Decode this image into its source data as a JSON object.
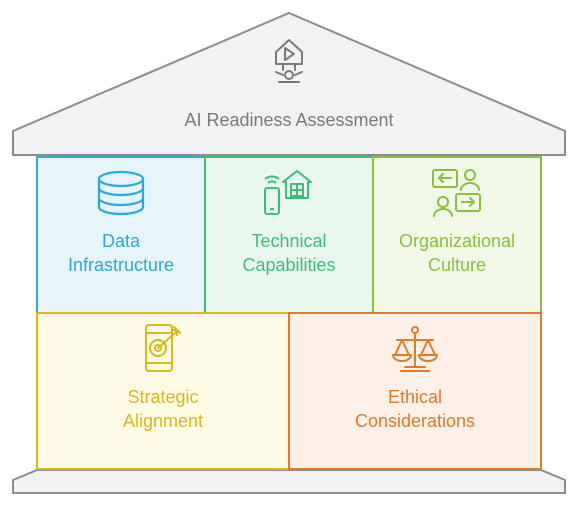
{
  "title": "AI Readiness Assessment",
  "pillars": [
    {
      "line1": "Data",
      "line2": "Infrastructure",
      "color": "#2ba8e0",
      "fill": "#e6f5fc",
      "icon": "database-icon"
    },
    {
      "line1": "Technical",
      "line2": "Capabilities",
      "color": "#3dbd7d",
      "fill": "#e9f8ef",
      "icon": "devices-icon"
    },
    {
      "line1": "Organizational",
      "line2": "Culture",
      "color": "#8cbf3f",
      "fill": "#f1f8e6",
      "icon": "people-exchange-icon"
    },
    {
      "line1": "Strategic",
      "line2": "Alignment",
      "color": "#d9b91a",
      "fill": "#fdfbe5",
      "icon": "phone-target-icon"
    },
    {
      "line1": "Ethical",
      "line2": "Considerations",
      "color": "#e07b2a",
      "fill": "#fdf1e7",
      "icon": "scales-icon"
    }
  ],
  "colors": {
    "roof": "#f2f2f2",
    "roof_stroke": "#8c8c8c",
    "title": "#7a7a7a"
  }
}
